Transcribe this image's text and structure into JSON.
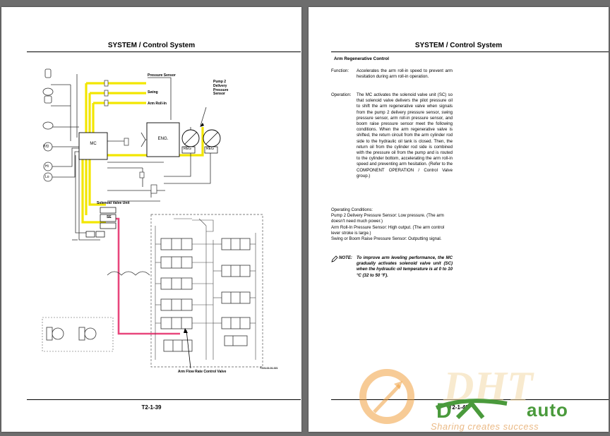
{
  "left_page": {
    "title": "SYSTEM / Control System",
    "footer": "T2-1-39",
    "diagram": {
      "labels": {
        "pressure_sensor": "Pressure Sensor",
        "swing": "Swing",
        "arm_roll_in": "Arm Roll-In",
        "pump2_sensor": "Pump 2\nDelivery\nPressure\nSensor",
        "mc": "MC",
        "eng": "ENG.",
        "reg1": "REG",
        "reg2": "REG",
        "pd": "P/D",
        "hi": "Hi",
        "lo": "Lo",
        "solenoid_valve_unit": "Solenoid Valve Unit",
        "se": "SE",
        "arm_flow_valve": "Arm Flow Rate Control Valve",
        "figure_id": "T1V4-02-01-021"
      },
      "colors": {
        "highlight": "#f2e600",
        "pilot": "#e8467c",
        "line": "#333333"
      }
    }
  },
  "right_page": {
    "title": "SYSTEM / Control System",
    "footer": "T2-1-40",
    "section_title": "Arm Regenerative Control",
    "function_term": "Function:",
    "function_text": "Accelerates the arm roll-in speed to prevent arm hesitation during arm roll-in operation.",
    "operation_term": "Operation:",
    "operation_text": "The MC activates the solenoid valve unit (SC) so that solenoid valve delivers the pilot pressure oil to shift the arm regenerative valve when signals from the pump 2 delivery pressure sensor, swing pressure sensor, arm roll-in pressure sensor, and boom raise pressure sensor meet the following conditions. When the arm regenerative valve is shifted, the return circuit from the arm cylinder rod side to the hydraulic oil tank is closed. Then, the return oil from the cylinder rod side is combined with the pressure oil from the pump and is routed to the cylinder bottom, accelerating the arm roll-in speed and preventing arm hesitation. (Refer to the COMPONENT OPERATION / Control Valve group.)",
    "conditions_title": "Operating Conditions:",
    "conditions": [
      "Pump 2 Delivery Pressure Sensor: Low pressure. (The arm doesn't need much power.)",
      "Arm Roll-In Pressure Sensor: High output. (The arm control lever stroke is large.)",
      "Swing or Boom Raise Pressure Sensor: Outputting signal."
    ],
    "note_label": "NOTE:",
    "note_text": "To improve arm leveling performance, the MC gradually activates solenoid valve unit (SC) when the hydraulic oil temperature is at 0 to 10 °C (32 to 50 °F)."
  },
  "watermark": {
    "brand": "auto",
    "tagline": "Sharing creates success",
    "colors": {
      "orange": "#f0a040",
      "green": "#4a9a3c"
    }
  }
}
